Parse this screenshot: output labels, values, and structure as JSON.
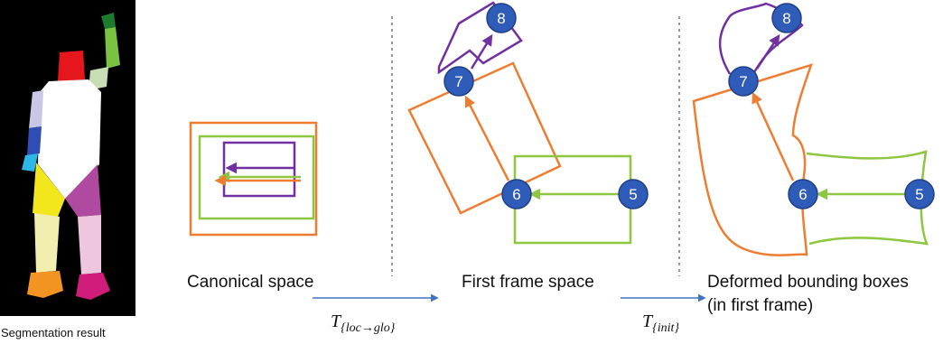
{
  "segmentation": {
    "caption": "Segmentation result"
  },
  "panels": {
    "canonical": {
      "caption": "Canonical space"
    },
    "first_frame": {
      "caption": "First frame space"
    },
    "deformed": {
      "caption_line1": "Deformed bounding boxes",
      "caption_line2": "(in first frame)"
    }
  },
  "transforms": {
    "t1": {
      "symbol": "T",
      "subscript": "{loc→glo}"
    },
    "t2": {
      "symbol": "T",
      "subscript": "{init}"
    }
  },
  "nodes": {
    "n5": "5",
    "n6": "6",
    "n7": "7",
    "n8": "8"
  },
  "colors": {
    "orange": "#ED7D31",
    "green": "#8DC63F",
    "purple": "#7030A0",
    "node_fill": "#2E5CB8",
    "node_stroke": "#1F3F86",
    "divider": "#555555",
    "transform_arrow": "#4472C4"
  }
}
